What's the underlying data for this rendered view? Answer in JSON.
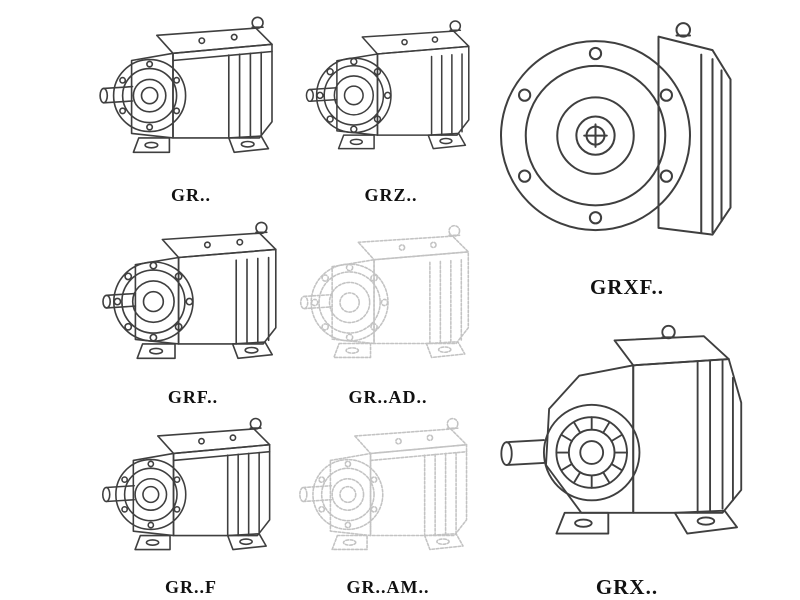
{
  "colors": {
    "background": "#ffffff",
    "line": "#3f3f3f",
    "phantom": "#c3c3c3",
    "label": "#111111"
  },
  "figures": [
    {
      "label": "GR..",
      "style": "solid-outline"
    },
    {
      "label": "GRZ..",
      "style": "solid-outline"
    },
    {
      "label": "GRXF..",
      "style": "solid-outline"
    },
    {
      "label": "GRF..",
      "style": "solid-outline"
    },
    {
      "label": "GR..AD..",
      "style": "light-dashed-outline"
    },
    {
      "label": "GR..F",
      "style": "solid-outline"
    },
    {
      "label": "GR..AM..",
      "style": "light-dashed-outline"
    },
    {
      "label": "GRX..",
      "style": "solid-outline"
    }
  ]
}
